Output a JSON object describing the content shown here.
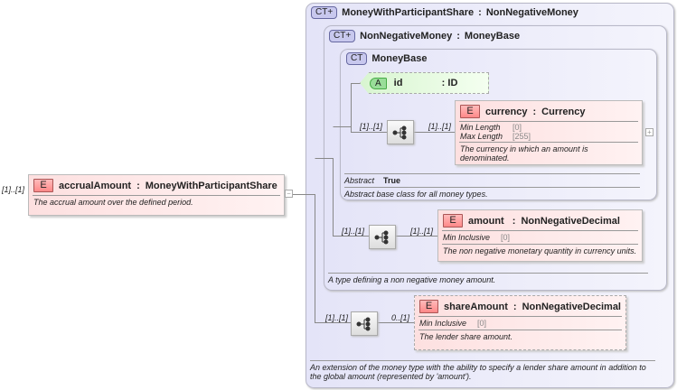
{
  "root": {
    "multiplicity": "[1]..[1]",
    "badge": "E",
    "name": "accrualAmount",
    "type": "MoneyWithParticipantShare",
    "description": "The accrual amount over the defined period.",
    "collapse": "−"
  },
  "outer": {
    "badge": "CT+",
    "name": "MoneyWithParticipantShare",
    "base": "NonNegativeMoney",
    "description": "An extension of the money type with the ability to specify a lender share amount in addition to the global amount (represented by 'amount')."
  },
  "middle": {
    "badge": "CT+",
    "name": "NonNegativeMoney",
    "base": "MoneyBase",
    "description": "A type defining a non negative money amount."
  },
  "inner": {
    "badge": "CT",
    "name": "MoneyBase",
    "abstract_label": "Abstract",
    "abstract_value": "True",
    "description": "Abstract base class for all money types."
  },
  "attribute": {
    "badge": "A",
    "name": "id",
    "type": ": ID"
  },
  "currency": {
    "seq_multiplicity": "[1]..[1]",
    "multiplicity": "[1]..[1]",
    "badge": "E",
    "name": "currency",
    "type": "Currency",
    "facets": [
      {
        "label": "Min Length",
        "value": "[0]"
      },
      {
        "label": "Max Length",
        "value": "[255]"
      }
    ],
    "description": "The currency in which an amount is denominated.",
    "expand": "+"
  },
  "amount": {
    "seq_multiplicity": "[1]..[1]",
    "multiplicity": "[1]..[1]",
    "badge": "E",
    "name": "amount",
    "type": "NonNegativeDecimal",
    "facets": [
      {
        "label": "Min Inclusive",
        "value": "[0]"
      }
    ],
    "description": "The non negative monetary quantity in currency units."
  },
  "shareAmount": {
    "seq_multiplicity": "[1]..[1]",
    "multiplicity": "0..[1]",
    "badge": "E",
    "name": "shareAmount",
    "type": "NonNegativeDecimal",
    "facets": [
      {
        "label": "Min Inclusive",
        "value": "[0]"
      }
    ],
    "description": "The lender share amount."
  }
}
